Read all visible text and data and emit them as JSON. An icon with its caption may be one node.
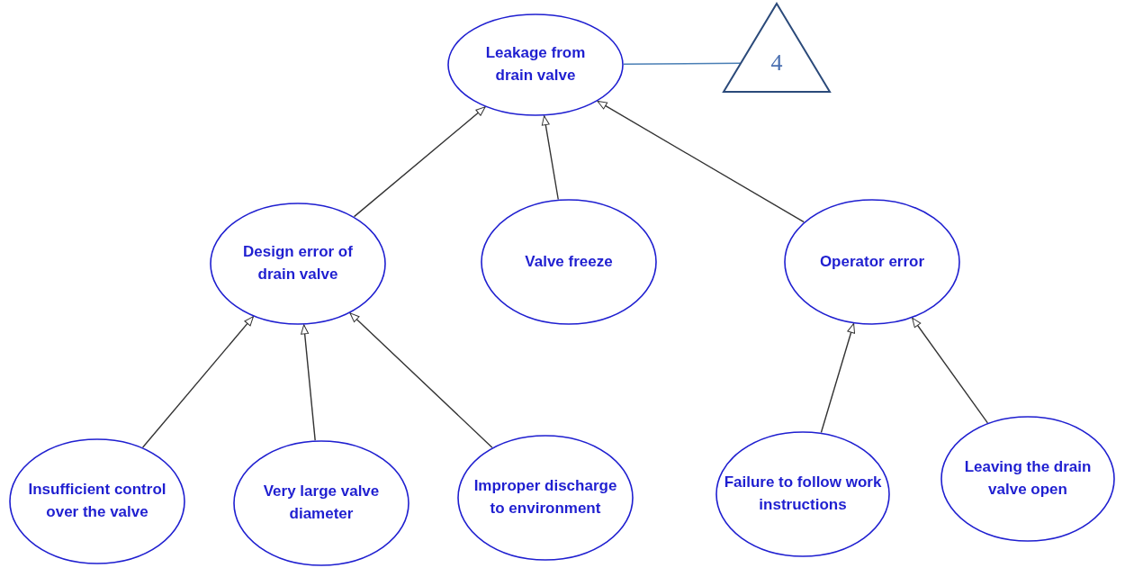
{
  "diagram": {
    "nodes": [
      {
        "text": [
          "Leakage from drain valve"
        ]
      },
      {
        "text": [
          "4"
        ]
      },
      {
        "text": [
          "Design error of drain valve"
        ]
      },
      {
        "text": [
          "Valve freeze"
        ]
      },
      {
        "text": [
          "Operator error"
        ]
      },
      {
        "text": [
          "Insufficient control over the valve"
        ]
      },
      {
        "text": [
          "Very large valve diameter"
        ]
      },
      {
        "text": [
          "Improper discharge to environment"
        ]
      },
      {
        "text": [
          "Failure to follow work instructions"
        ]
      },
      {
        "text": [
          "Leaving the drain valve open"
        ]
      }
    ],
    "edges": [
      {
        "from": 0,
        "to": 1,
        "arrow": "none",
        "color": "#4a7fb5"
      },
      {
        "from": 2,
        "to": 0,
        "arrow": "to"
      },
      {
        "from": 3,
        "to": 0,
        "arrow": "to"
      },
      {
        "from": 4,
        "to": 0,
        "arrow": "to"
      },
      {
        "from": 5,
        "to": 2,
        "arrow": "to"
      },
      {
        "from": 6,
        "to": 2,
        "arrow": "to"
      },
      {
        "from": 7,
        "to": 2,
        "arrow": "to"
      },
      {
        "from": 8,
        "to": 4,
        "arrow": "to"
      },
      {
        "from": 9,
        "to": 4,
        "arrow": "to"
      }
    ]
  }
}
